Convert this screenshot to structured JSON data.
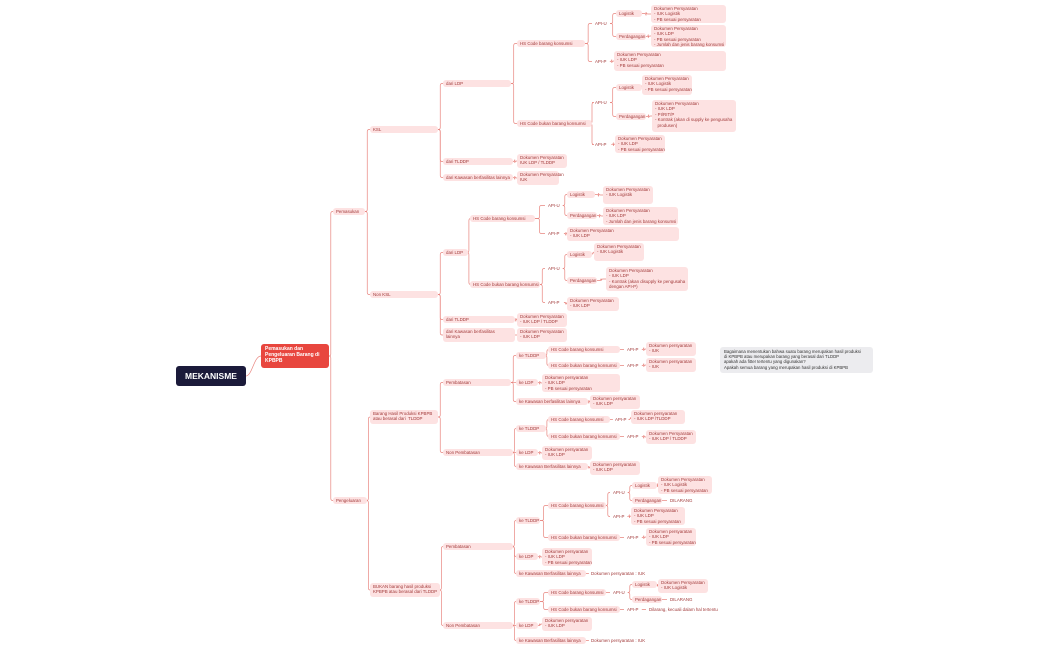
{
  "root": "MEKANISME",
  "main": "Pemasukan dan\nPengeluaran Barang\ndi KPBPB",
  "note": "Bagaimana menentukan bahwa suatu barang merupakan hasil produksi\ndi KPBPB atau merupakan barang yang berasal dari TLDDP\napakah ada fitter tertentu yang digunakan?\nApakah semua barang yang merupakan hasil produksi di KPBPB",
  "nodes": [
    "Pemasukan",
    "KSL",
    "dari LDP",
    "HS Code barang konsumsi",
    "API-U",
    "Logistik",
    "Dokumen Persyaratan\n- IUK Logistik\n- PB sesuai persyaratan",
    "Perdagangan",
    "Dokumen Persyaratan\n- IUK LDP\n- PB sesuai persyaratan\n- Jumlah dan jenis barang konsumsi",
    "API-P",
    "Dokumen Persyaratan\n- IUK LDP\n- PB sesuai persyaratan",
    "HS Code bukan barang konsumsi",
    "API-U",
    "Logistik",
    "Dokumen Persyaratan\n- IUK Logistik\n- PB sesuai persyaratan",
    "Perdagangan",
    "Dokumen Persyaratan\n- IUK LDP\n- PI/RIT/P\n- Kontrak (akan di supply ke pengusaha\n  produsen)",
    "API-P",
    "Dokumen Persyaratan\n- IUK LDP\n- PB sesuai persyaratan",
    "dari TLDDP",
    "Dokumen Persyaratan\nIUK LDP / TLDDP",
    "dari Kawasan berfasilitas lainnya",
    "Dokumen Persyaratan\nIUK",
    "Non KSL",
    "dari LDP",
    "HS Code barang konsumsi",
    "API-U",
    "Logistik",
    "Dokumen Persyaratan\n- IUK Logistik",
    "Perdagangan",
    "Dokumen Persyaratan\n- IUK LDP\n- Jumlah dan jenis barang konsumsi",
    "API-P",
    "Dokumen Persyaratan\n- IUK LDP",
    "HS Code bukan barang konsumsi",
    "API-U",
    "Logistik",
    "Dokumen Persyaratan\n- IUK Logistik",
    "Perdagangan",
    "Dokumen Persyaratan\n- IUK LDP\n- Kontrak (akan disupply ke pengusaha\ndengan API-P)",
    "API-P",
    "Dokumen Persyaratan\n- IUK LDP",
    "dari TLDDP",
    "Dokumen Persyaratan\n- IUK LDP / TLDDP",
    "dari Kawasan berfasilitas\nlainnya",
    "Dokumen Persyaratan\n- IUK LDP",
    "Pengeluaran",
    "Barang Hasil Produksi KPBPB\natau berasal dari  TLDDP",
    "Pembatasan",
    "ke TLDDP",
    "HS Code barang konsumsi",
    "API-P",
    "Dokumen persyaratan\n- IUK",
    "HS Code bukan barang konsumsi",
    "API-P",
    "Dokumen persyaratan\n- IUK",
    "ke LDP",
    "Dokumen persyaratan\n- IUK LDP\n- PB sesuai persyaratan",
    "ke Kawasan berfasilitas lainnya",
    "Dokumen persyaratan\n- IUK LDP",
    "Non Pembatasan",
    "ke TLDDP",
    "HS Code barang konsumsi",
    "API-P",
    "Dokumen persyaratan\n- IUK LDP /TLDDP",
    "HS Code bukan barang konsumsi",
    "API-P",
    "Dokumen Persyaratan\n- IUK LDP / TLDDP",
    "ke LDP",
    "Dokumen persyaratan\n- IUK LDP",
    "ke Kawasan Berfasilitas lainnya",
    "Dokumen persyaratan\n- IUK LDP",
    "BUKAN barang hasil produksi\nKPBPB atau berasal dari TLDDP",
    "Pembatasan",
    "ke TLDDP",
    "HS Code barang konsumsi",
    "API-U",
    "Logistik",
    "Dokumen Persyaratan\n- IUK Logistik\n- PB sesuai persyaratan",
    "Perdagangan",
    "DILARANG",
    "API-P",
    "Dokumen Persyaratan\n- IUK LDP\n- PB sesuai persyaratan",
    "HS Code bukan barang konsumsi",
    "API-P",
    "Dokumen persyaratan\n- IUK LDP\n- PB sesuai persyaratan",
    "ke LDP",
    "Dokumen persyaratan\n- IUK LDP\n- PB sesuai persyaratan",
    "ke Kawasan Berfasilitas lainnya",
    "Dokumen persyaratan : IUK",
    "Non Pembatasan",
    "ke TLDDP",
    "HS Code barang konsumsi",
    "API-U",
    "Logistik",
    "Dokumen Persyaratan\n- IUK Logistik",
    "Perdagangan",
    "DILARANG",
    "HS Code bukan barang konsumsi",
    "API-P",
    "Dilarang, kecuali dalam hal tertentu",
    "ke LDP",
    "Dokumen persyaratan\n- IUK LDP",
    "ke Kawasan Berfasilitas lainnya",
    "Dokumen persyaratan : IUK"
  ]
}
